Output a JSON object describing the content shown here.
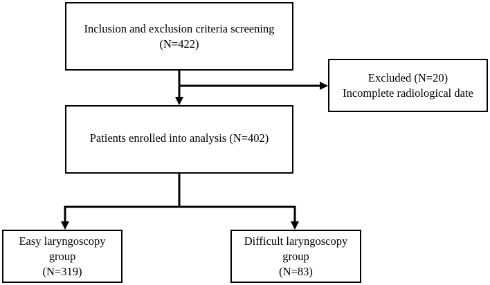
{
  "boxes": {
    "screening": {
      "line1": "Inclusion and exclusion criteria screening",
      "line2": "(N=422)"
    },
    "excluded": {
      "line1": "Excluded (N=20)",
      "line2": "Incomplete radiological date"
    },
    "enrolled": {
      "line1": "Patients enrolled into analysis (N=402)"
    },
    "easy": {
      "line1": "Easy laryngoscopy",
      "line2": "group",
      "line3": "(N=319)"
    },
    "difficult": {
      "line1": "Difficult laryngoscopy",
      "line2": "group",
      "line3": "(N=83)"
    }
  },
  "colors": {
    "stroke": "#000000",
    "background": "#ffffff"
  }
}
